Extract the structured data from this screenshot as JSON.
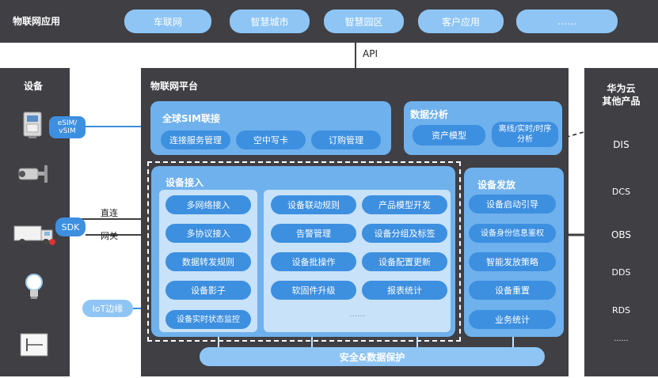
{
  "top": {
    "title": "物联网应用",
    "apps": [
      "车联网",
      "智慧城市",
      "智慧园区",
      "客户应用",
      "……"
    ]
  },
  "api": "API",
  "devices": {
    "title": "设备",
    "esim": "eSIM/\nvSIM",
    "sdk": "SDK",
    "iot_edge": "IoT边缘",
    "direct": "直连",
    "gateway": "网关"
  },
  "platform": {
    "title": "物联网平台",
    "sim": {
      "title": "全球SIM联接",
      "items": [
        "连接服务管理",
        "空中写卡",
        "订购管理"
      ]
    },
    "analytics": {
      "title": "数据分析",
      "items": [
        "资产模型",
        "离线/实时/时序\n分析"
      ]
    },
    "access": {
      "title": "设备接入",
      "left_items": [
        "多网络接入",
        "多协议接入",
        "数据转发规则",
        "设备影子",
        "设备实时状态监控"
      ],
      "right_items": [
        "设备联动规则",
        "产品模型开发",
        "告警管理",
        "设备分组及标签",
        "设备批操作",
        "设备配置更新",
        "软固件升级",
        "报表统计"
      ],
      "more": "……"
    },
    "provision": {
      "title": "设备发放",
      "items": [
        "设备启动引导",
        "设备身份信息鉴权",
        "智能发放策略",
        "设备重置",
        "业务统计"
      ]
    },
    "security": "安全&数据保护"
  },
  "cloud": {
    "title": "华为云\n其他产品",
    "items": [
      "DIS",
      "DCS",
      "OBS",
      "DDS",
      "RDS",
      "……"
    ]
  },
  "colors": {
    "panel": "#3f3f44",
    "light_blue": "#8ec5f4",
    "mid_blue": "#6fb1ec",
    "dark_blue": "#3d8fe0",
    "inner_blue": "#c8e2fa"
  }
}
